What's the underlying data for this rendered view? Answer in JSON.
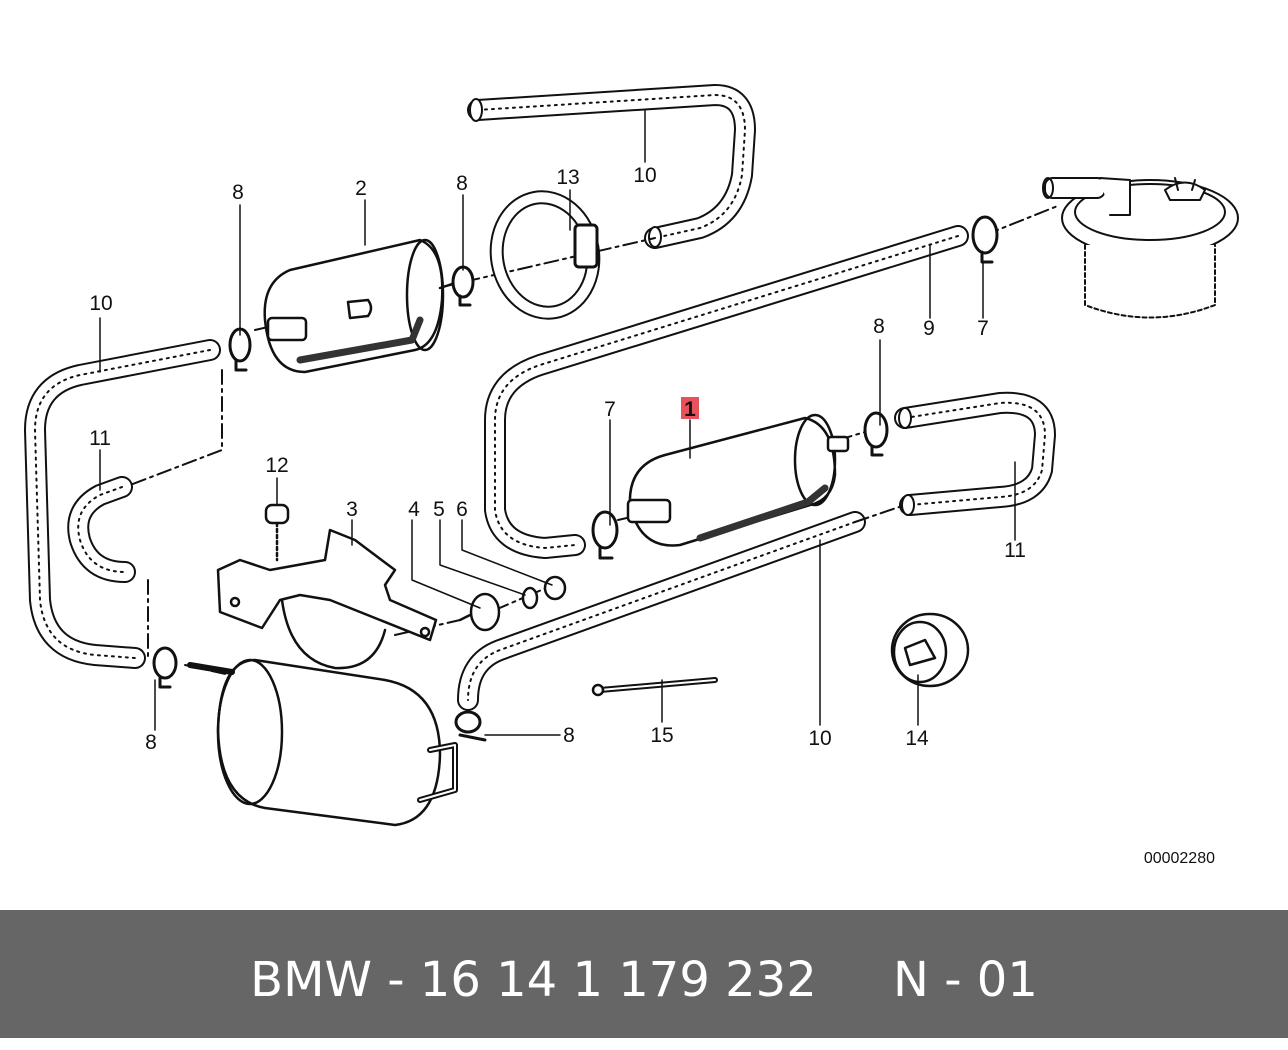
{
  "diagram": {
    "highlight_color": "#e8505b",
    "callouts": [
      {
        "id": "c1",
        "text": "1",
        "highlighted": true
      },
      {
        "id": "c2",
        "text": "2"
      },
      {
        "id": "c3",
        "text": "3"
      },
      {
        "id": "c4",
        "text": "4"
      },
      {
        "id": "c5",
        "text": "5"
      },
      {
        "id": "c6",
        "text": "6"
      },
      {
        "id": "c7a",
        "text": "7"
      },
      {
        "id": "c7b",
        "text": "7"
      },
      {
        "id": "c8a",
        "text": "8"
      },
      {
        "id": "c8b",
        "text": "8"
      },
      {
        "id": "c8c",
        "text": "8"
      },
      {
        "id": "c8d",
        "text": "8"
      },
      {
        "id": "c8e",
        "text": "8"
      },
      {
        "id": "c9",
        "text": "9"
      },
      {
        "id": "c10a",
        "text": "10"
      },
      {
        "id": "c10b",
        "text": "10"
      },
      {
        "id": "c10c",
        "text": "10"
      },
      {
        "id": "c11a",
        "text": "11"
      },
      {
        "id": "c11b",
        "text": "11"
      },
      {
        "id": "c12",
        "text": "12"
      },
      {
        "id": "c13",
        "text": "13"
      },
      {
        "id": "c14",
        "text": "14"
      },
      {
        "id": "c15",
        "text": "15"
      }
    ],
    "reference_number": "00002280"
  },
  "footer": {
    "text": "BMW - 16 14 1 179 232     N - 01",
    "background": "#666666",
    "color": "#ffffff"
  }
}
